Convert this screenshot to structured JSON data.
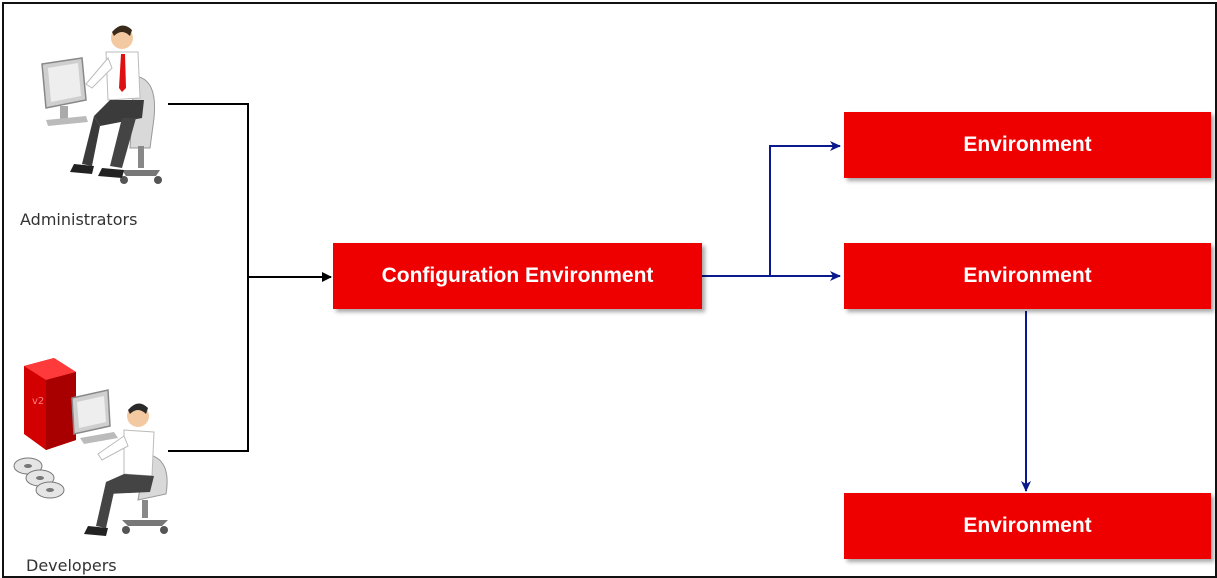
{
  "actors": {
    "administrators": "Administrators",
    "developers": "Developers"
  },
  "boxes": {
    "config": "Configuration Environment",
    "env_top": "Environment",
    "env_mid": "Environment",
    "env_bottom": "Environment"
  },
  "icons": {
    "administrator": "administrator-at-workstation-icon",
    "developer": "developer-at-workstation-icon",
    "server": "server-tower-icon",
    "discs": "disc-stack-icon"
  },
  "colors": {
    "box_fill": "#ef0000",
    "actor_connector": "#000000",
    "environment_connector": "#0a1a8c"
  }
}
